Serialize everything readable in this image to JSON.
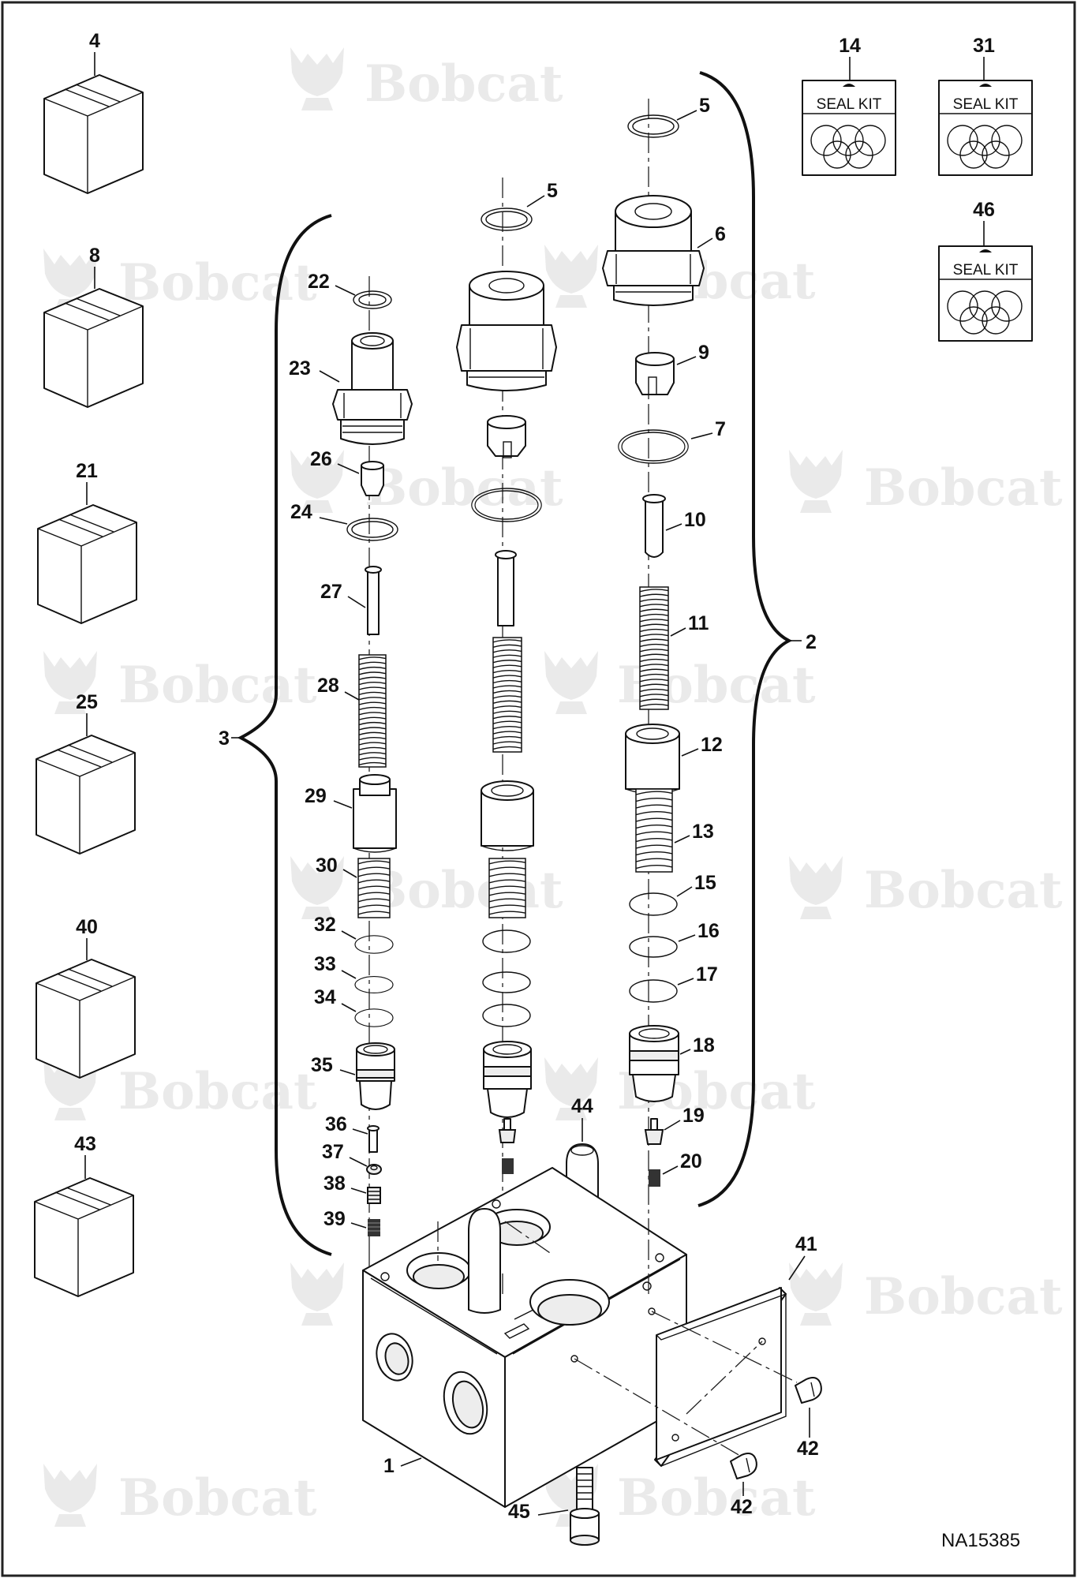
{
  "drawing_id": "NA15385",
  "watermark_text": "Bobcat",
  "seal_kit_label": "SEAL KIT",
  "callouts": {
    "c1": "1",
    "c2": "2",
    "c3": "3",
    "c4": "4",
    "c5a": "5",
    "c5b": "5",
    "c6": "6",
    "c7": "7",
    "c8": "8",
    "c9": "9",
    "c10": "10",
    "c11": "11",
    "c12": "12",
    "c13": "13",
    "c14": "14",
    "c15": "15",
    "c16": "16",
    "c17": "17",
    "c18": "18",
    "c19": "19",
    "c20": "20",
    "c21": "21",
    "c22": "22",
    "c23": "23",
    "c24": "24",
    "c25": "25",
    "c26": "26",
    "c27": "27",
    "c28": "28",
    "c29": "29",
    "c30": "30",
    "c31": "31",
    "c32": "32",
    "c33": "33",
    "c34": "34",
    "c35": "35",
    "c36": "36",
    "c37": "37",
    "c38": "38",
    "c39": "39",
    "c40": "40",
    "c41": "41",
    "c42a": "42",
    "c42b": "42",
    "c43": "43",
    "c44": "44",
    "c45": "45",
    "c46": "46"
  }
}
